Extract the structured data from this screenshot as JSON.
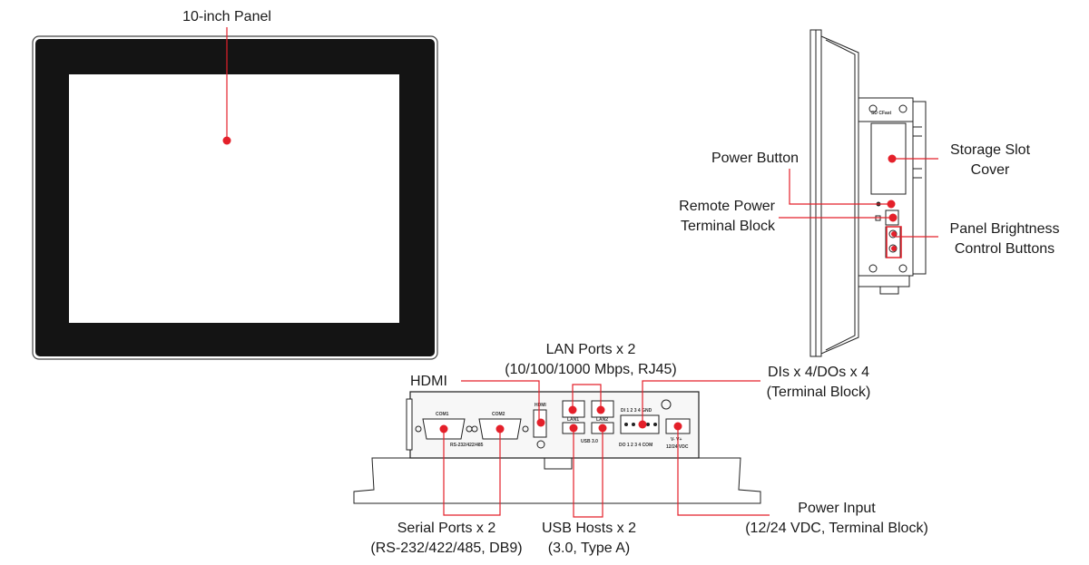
{
  "colors": {
    "callout": "#e4202a",
    "frame": "#1a1a1a",
    "screen": "#ffffff"
  },
  "callouts": {
    "panel": "10-inch Panel",
    "power_button": "Power Button",
    "remote_power_1": "Remote Power",
    "remote_power_2": "Terminal Block",
    "storage_1": "Storage Slot",
    "storage_2": "Cover",
    "brightness_1": "Panel Brightness",
    "brightness_2": "Control Buttons",
    "lan_1": "LAN Ports x 2",
    "lan_2": "(10/100/1000 Mbps, RJ45)",
    "hdmi": "HDMI",
    "dio_1": "DIs x 4/DOs x 4",
    "dio_2": "(Terminal Block)",
    "serial_1": "Serial Ports x 2",
    "serial_2": "(RS-232/422/485, DB9)",
    "usb_1": "USB Hosts x 2",
    "usb_2": "(3.0, Type A)",
    "power_input_1": "Power Input",
    "power_input_2": "(12/24 VDC, Terminal Block)"
  },
  "device_labels": {
    "com1": "COM1",
    "com2": "COM2",
    "rs_standard": "RS-232/422/485",
    "hdmi": "HDMI",
    "lan1": "LAN1",
    "lan2": "LAN2",
    "usb": "USB 3.0",
    "di_row": "DI  1  2  3  4  GND",
    "do_row": "DO  1  2  3  4  COM",
    "vminus_vplus": "V-  V+",
    "vdc": "12/24 VDC",
    "sd_cfast": "SD  CFast"
  }
}
